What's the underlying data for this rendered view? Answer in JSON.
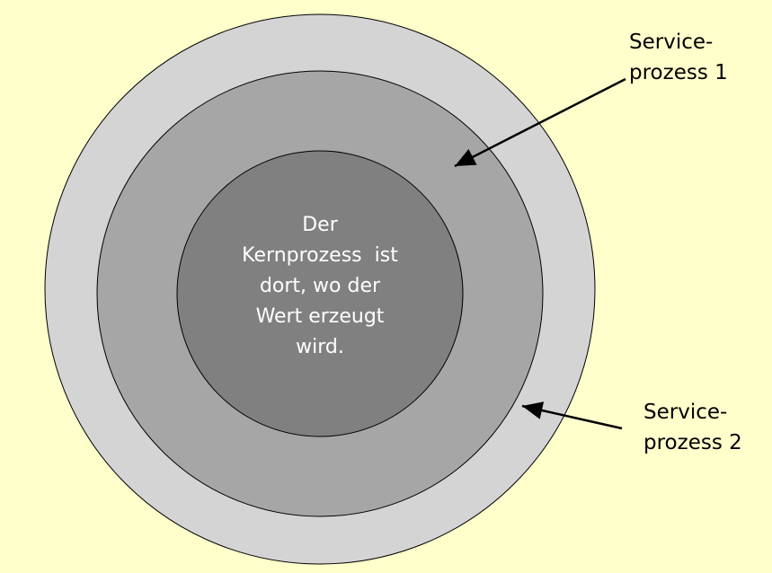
{
  "diagram": {
    "colors": {
      "background": "#FFFFCC",
      "outer_ring": "#D4D4D4",
      "middle_ring": "#A6A6A6",
      "inner_circle": "#808080",
      "outline": "#000000",
      "core_text": "#FFFFFF"
    },
    "core": {
      "lines": [
        "Der",
        "Kernprozess  ist",
        "dort, wo der",
        "Wert erzeugt",
        "wird."
      ]
    },
    "callouts": [
      {
        "lines": [
          "Service-",
          "prozess 1"
        ]
      },
      {
        "lines": [
          "Service-",
          "prozess 2"
        ]
      }
    ]
  }
}
